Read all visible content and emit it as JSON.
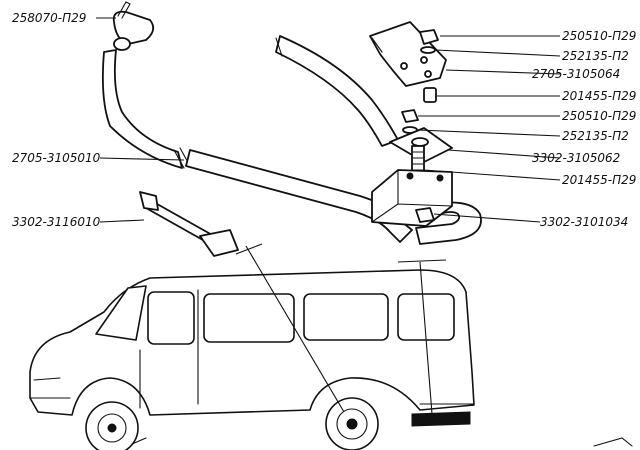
{
  "diagram": {
    "labels": [
      "258070-П29",
      "250510-П29",
      "252135-П2",
      "2705-3105064",
      "201455-П29",
      "250510-П29",
      "252135-П2",
      "2705-3105010",
      "3302-3105062",
      "201455-П29",
      "3302-3116010",
      "3302-3101034"
    ]
  }
}
